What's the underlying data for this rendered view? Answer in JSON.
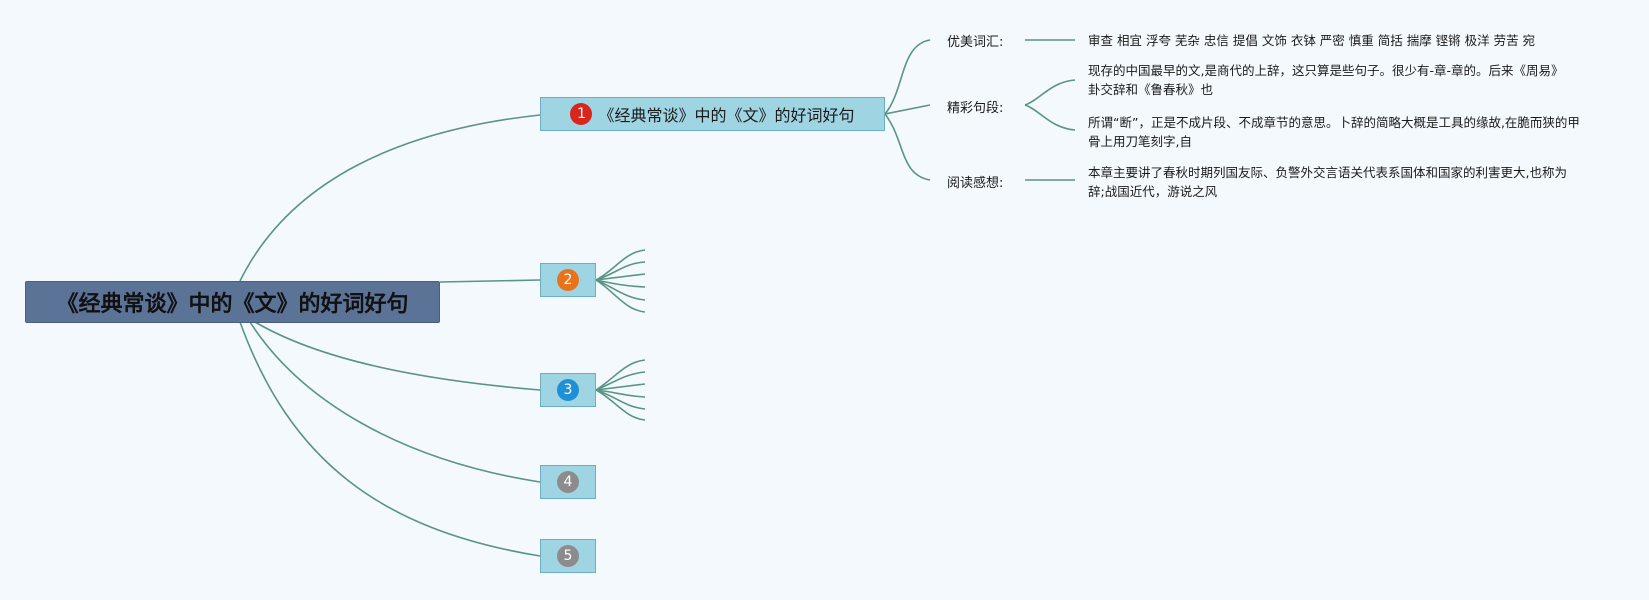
{
  "root": {
    "title": "《经典常谈》中的《文》的好词好句"
  },
  "topics": [
    {
      "number": "1",
      "title": "《经典常谈》中的《文》的好词好句",
      "badge_color": "#d8261c"
    },
    {
      "number": "2",
      "title": "",
      "badge_color": "#e9731b"
    },
    {
      "number": "3",
      "title": "",
      "badge_color": "#1f8fd6"
    },
    {
      "number": "4",
      "title": "",
      "badge_color": "#8c8c8c"
    },
    {
      "number": "5",
      "title": "",
      "badge_color": "#8c8c8c"
    }
  ],
  "branches": [
    {
      "label": "优美词汇:",
      "items": [
        "审查 相宜 浮夸 芜杂 忠信 提倡 文饰 衣钵 严密 慎重 简括 揣摩 铿锵 极洋 劳苦 宛"
      ]
    },
    {
      "label": "精彩句段:",
      "items": [
        "现存的中国最早的文,是商代的上辞，这只算是些句子。很少有-章-章的。后来《周易》卦交辞和《鲁春秋》也",
        "所谓“断”，正是不成片段、不成章节的意思。卜辞的简略大概是工具的缘故,在脆而狭的甲骨上用刀笔刻字,自"
      ]
    },
    {
      "label": "阅读感想:",
      "items": [
        "本章主要讲了春秋时期列国友际、负警外交言语关代表系国体和国家的利害更大,也称为辞;战国近代，游说之风"
      ]
    }
  ],
  "colors": {
    "line": "#5a9484",
    "topic_fill": "#9fd4e3",
    "root_fill": "#5c7398"
  }
}
